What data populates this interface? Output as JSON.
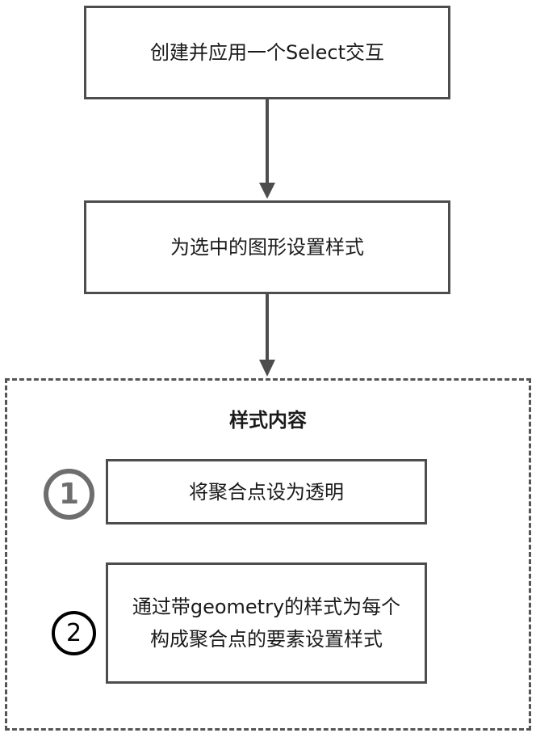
{
  "steps": {
    "step1": "创建并应用一个Select交互",
    "step2": "为选中的图形设置样式"
  },
  "group": {
    "title": "样式内容",
    "items": [
      {
        "number": "1",
        "text": "将聚合点设为透明"
      },
      {
        "number": "2",
        "line1": "通过带geometry的样式为每个",
        "line2": "构成聚合点的要素设置样式"
      }
    ]
  },
  "colors": {
    "border": "#4d4d4d",
    "dashed": "#555555",
    "circle1": "#6e6e6e",
    "circle2": "#000000"
  }
}
